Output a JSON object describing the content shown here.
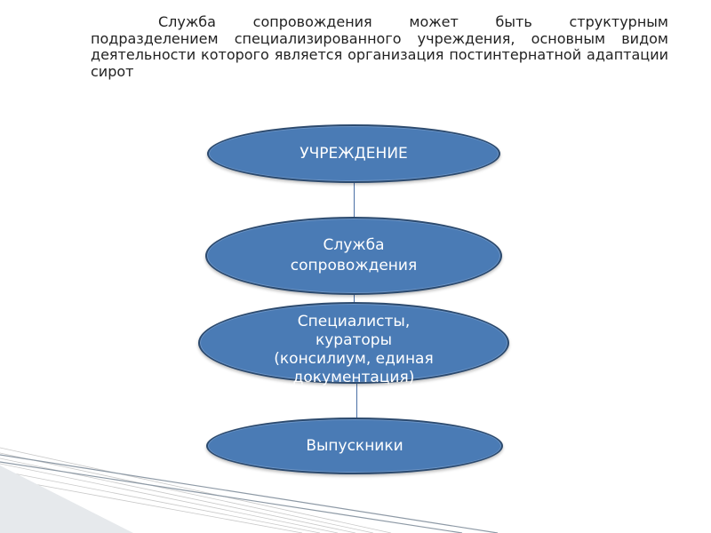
{
  "intro_text": "Служба сопровождения может быть структурным подразделением специализированного учреждения, основным видом деятельности которого является организация постинтернатной адаптации сирот",
  "colors": {
    "node_fill": "#4a7bb5",
    "node_border": "#2c4a6e",
    "connector": "#4a6fa5",
    "text": "#222222"
  },
  "diagram": {
    "nodes": [
      {
        "label": "УЧРЕЖДЕНИЕ"
      },
      {
        "label": "Служба\nсопровождения"
      },
      {
        "label": "Специалисты,\nкураторы\n(консилиум, единая\nдокументация)"
      },
      {
        "label": "Выпускники"
      }
    ]
  }
}
